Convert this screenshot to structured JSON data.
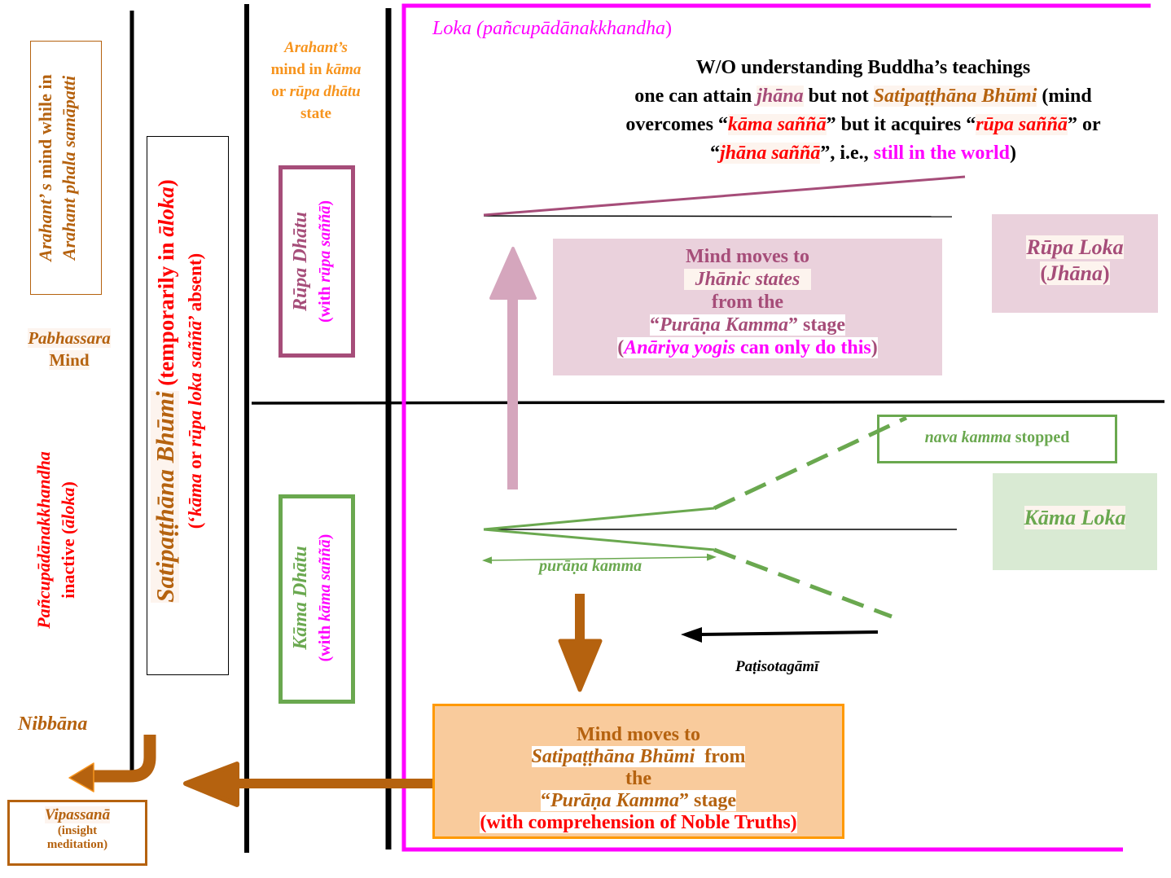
{
  "colors": {
    "brown": "#b5620f",
    "orange": "#f7941d",
    "red": "#ff0000",
    "magenta": "#ff00ff",
    "purple": "#a64d79",
    "pink_fill": "#ead1dc",
    "pink_arrow": "#d5a6bd",
    "green": "#6aa84f",
    "green_fill": "#d9ead3",
    "peach_fill": "#f9cb9c",
    "box_orange": "#ff9900",
    "black": "#000000"
  },
  "left_column": {
    "arahant_phala": {
      "line1_a": "Arahant’ s",
      "line1_b": " mind while in",
      "line2": "Arahant phala samāpatti"
    },
    "pabhassara": {
      "line1": "Pabhassara",
      "line2": "Mind"
    },
    "pancupadana": {
      "line1": "Pañcupādānakkhandha",
      "line2_a": "inactive (",
      "line2_b": "āloka",
      "line2_c": ")"
    },
    "nibbana": "Nibbāna",
    "vipassana": {
      "title": "Vipassanā",
      "line2": "(insight",
      "line3": "meditation)"
    }
  },
  "satipatthana_column": {
    "title": "Satipaṭṭhāna Bhūmi",
    "line1_rest_a": " (temporarily in ",
    "line1_rest_b": "āloka",
    "line1_rest_c": ")",
    "line2_a": "(‘",
    "line2_b": "kāma",
    "line2_c": " or ",
    "line2_d": "rūpa loka saññā",
    "line2_e": "’ absent)"
  },
  "dhatu_column": {
    "arahant_state": {
      "line1": "Arahant’s",
      "line2_a": "mind in ",
      "line2_b": "kāma",
      "line3_a": "or ",
      "line3_b": "rūpa dhātu",
      "line4": "state"
    },
    "rupa_dhatu": {
      "title": "Rūpa Dhātu",
      "sub_a": "(with ",
      "sub_b": "rūpa saññā",
      "sub_c": ")"
    },
    "kama_dhatu": {
      "title": "Kāma Dhātu",
      "sub_a": "(with ",
      "sub_b": "kāma saññā",
      "sub_c": ")"
    }
  },
  "loka_region": {
    "title_a": "Loka (",
    "title_b": "pañcupādānakkhandha",
    "title_c": ")",
    "wo_text": {
      "line1": "W/O understanding Buddha’s teachings",
      "line2_a": "one can attain ",
      "line2_b": "jhāna",
      "line2_c": " but not ",
      "line2_d": "Satipaṭṭhāna Bhūmi",
      "line2_e": " (mind",
      "line3_a": "overcomes “",
      "line3_b": "kāma saññā",
      "line3_c": "” but it acquires “",
      "line3_d": "rūpa saññā",
      "line3_e": "” or",
      "line4_a": "“",
      "line4_b": "jhāna saññā",
      "line4_c": "”, i.e., ",
      "line4_d": "still in the world",
      "line4_e": ")"
    },
    "jhanic_box": {
      "line1": "Mind moves to",
      "line2": "Jhānic states",
      "line3": "from the",
      "line4_a": "“",
      "line4_b": "Purāṇa Kamma",
      "line4_c": "” stage",
      "line5_a": "(",
      "line5_b": "Anāriya yogis",
      "line5_c": " can only do this",
      "line5_d": ")"
    },
    "rupa_loka": {
      "line1": "Rūpa Loka",
      "line2_a": "(",
      "line2_b": "Jhāna",
      "line2_c": ")"
    },
    "kama_loka": "Kāma Loka",
    "nava_kamma": {
      "italic": "nava kamma",
      "rest": " stopped"
    },
    "purana_kamma_label": "purāṇa kamma",
    "patisotagami_label": "Paṭisotagāmī",
    "satipatthana_box": {
      "line1": "Mind moves to",
      "line2_a": "Satipaṭṭhāna Bhūmi",
      "line2_b": "  from",
      "line3": "the",
      "line4_a": "“",
      "line4_b": "Purāṇa Kamma",
      "line4_c": "” stage",
      "line5": "(with comprehension of Noble Truths)"
    }
  }
}
